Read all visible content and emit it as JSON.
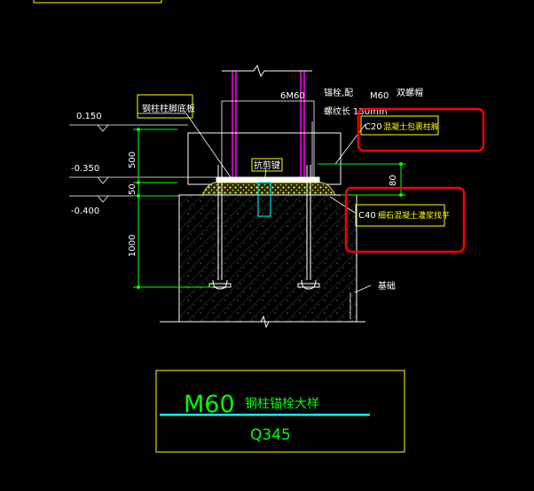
{
  "elevations": {
    "top": "0.150",
    "mid": "-0.350",
    "bottom": "-0.400"
  },
  "dimensions": {
    "d500": "500",
    "d50": "50",
    "d1000": "1000",
    "d80": "80"
  },
  "labels": {
    "base_plate": "钢柱柱脚底板",
    "anchor_spec": "6M60",
    "anchor_nut": "锚栓,配",
    "anchor_nut_size": "M60",
    "double_nut": "双螺帽",
    "sleeve_length": "螺纹长",
    "sleeve_value": "150mm",
    "c20_encase": "C20",
    "c20_text": "混凝土包裹柱脚",
    "shear_key": "抗剪键",
    "c40_grout": "C40",
    "c40_text": "细石混凝土灌浆找平",
    "foundation": "基础"
  },
  "title_block": {
    "main": "M60",
    "subtitle": "钢柱锚栓大样",
    "material": "Q345"
  },
  "colors": {
    "background": "#000000",
    "line": "#ffffff",
    "dimension": "#00ff00",
    "anchor": "#c000c0",
    "note_box": "#ffff00",
    "highlight": "#ff0000",
    "title_underline": "#00ffff"
  }
}
